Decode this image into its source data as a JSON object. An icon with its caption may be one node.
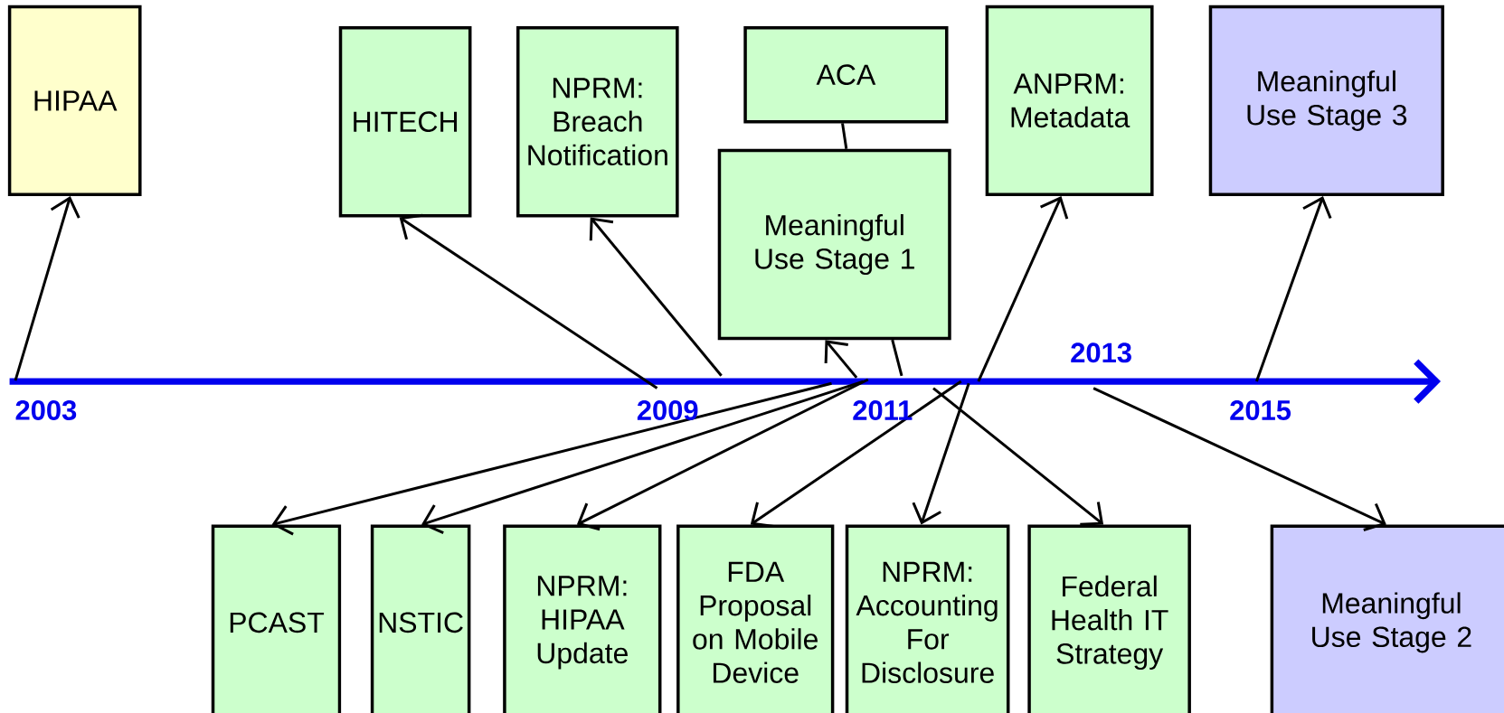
{
  "diagram": {
    "nodes": [
      {
        "text": [
          "HIPAA"
        ]
      },
      {
        "text": [
          "HITECH"
        ]
      },
      {
        "text": [
          "NPRM: Breach Notification"
        ]
      },
      {
        "text": [
          "ACA"
        ]
      },
      {
        "text": [
          "Meaningful Use Stage 1"
        ]
      },
      {
        "text": [
          "ANPRM: Metadata"
        ]
      },
      {
        "text": [
          "Meaningful Use Stage 3"
        ]
      },
      {
        "text": [
          "PCAST"
        ]
      },
      {
        "text": [
          "NSTIC"
        ]
      },
      {
        "text": [
          "NPRM: HIPAA Update"
        ]
      },
      {
        "text": [
          "FDA Proposal on Mobile Device"
        ]
      },
      {
        "text": [
          "NPRM: Accounting For Disclosure"
        ]
      },
      {
        "text": [
          "Federal Health IT Strategy"
        ]
      },
      {
        "text": [
          "Meaningful Use Stage 2"
        ]
      }
    ],
    "edges": [
      {
        "from": null,
        "to": 0,
        "arrow": "to"
      },
      {
        "from": null,
        "to": 1,
        "arrow": "to"
      },
      {
        "from": null,
        "to": 2,
        "arrow": "to"
      },
      {
        "from": 3,
        "to": 4,
        "arrow": "none"
      },
      {
        "from": null,
        "to": 4,
        "arrow": "to"
      },
      {
        "from": null,
        "to": 4,
        "arrow": "none"
      },
      {
        "from": null,
        "to": 5,
        "arrow": "to"
      },
      {
        "from": null,
        "to": 6,
        "arrow": "to"
      },
      {
        "from": null,
        "to": 7,
        "arrow": "to"
      },
      {
        "from": null,
        "to": 8,
        "arrow": "to"
      },
      {
        "from": null,
        "to": 9,
        "arrow": "to"
      },
      {
        "from": null,
        "to": 10,
        "arrow": "to"
      },
      {
        "from": null,
        "to": 11,
        "arrow": "to"
      },
      {
        "from": null,
        "to": 12,
        "arrow": "to"
      },
      {
        "from": null,
        "to": 13,
        "arrow": "to"
      }
    ],
    "labels": [
      "2013",
      "2003",
      "2009",
      "2011",
      "2015"
    ]
  }
}
